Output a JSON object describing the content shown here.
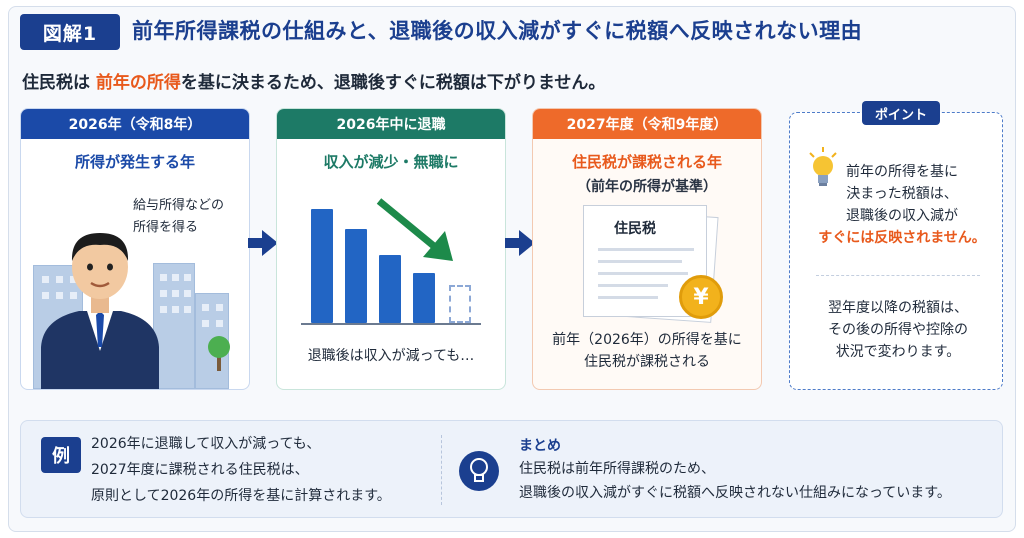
{
  "header": {
    "badge": "図解1",
    "title": "前年所得課税の仕組みと、退職後の収入減がすぐに税額へ反映されない理由"
  },
  "subtitle": {
    "part1": "住民税は ",
    "highlight": "前年の所得",
    "part2": "を基に決まるため、退職後すぐに税額は下がりません。"
  },
  "cards": {
    "year2026": {
      "header": "2026年（令和8年）",
      "subtitle": "所得が発生する年",
      "speech_line1": "給与所得などの",
      "speech_line2": "所得を得る"
    },
    "retire": {
      "header": "2026年中に退職",
      "subtitle": "収入が減少・無職に",
      "bars": [
        0.92,
        0.76,
        0.55,
        0.4
      ],
      "caption": "退職後は収入が減っても…"
    },
    "year2027": {
      "header": "2027年度（令和9年度）",
      "subtitle": "住民税が課税される年",
      "note": "（前年の所得が基準）",
      "doc_title": "住民税",
      "coin": "¥",
      "caption_line1": "前年（2026年）の所得を基に",
      "caption_line2": "住民税が課税される"
    }
  },
  "point": {
    "tab": "ポイント",
    "line1": "前年の所得を基に",
    "line2": "決まった税額は、",
    "line3": "退職後の収入減が",
    "line4_red": "すぐには反映されません。",
    "line5": "翌年度以降の税額は、",
    "line6": "その後の所得や控除の",
    "line7": "状況で変わります。"
  },
  "example": {
    "badge": "例",
    "line1": "2026年に退職して収入が減っても、",
    "line2": "2027年度に課税される住民税は、",
    "line3": "原則として2026年の所得を基に計算されます。"
  },
  "summary": {
    "title": "まとめ",
    "line1": "住民税は前年所得課税のため、",
    "line2": "退職後の収入減がすぐに税額へ反映されない仕組みになっています。"
  },
  "colors": {
    "navy": "#1b3f8f",
    "green": "#1d7a66",
    "orange": "#ee6a2a",
    "bar": "#2265c4"
  },
  "icons": [
    "arrow-right-icon",
    "down-trend-arrow-icon",
    "lightbulb-icon",
    "yen-coin-icon",
    "document-icon"
  ]
}
